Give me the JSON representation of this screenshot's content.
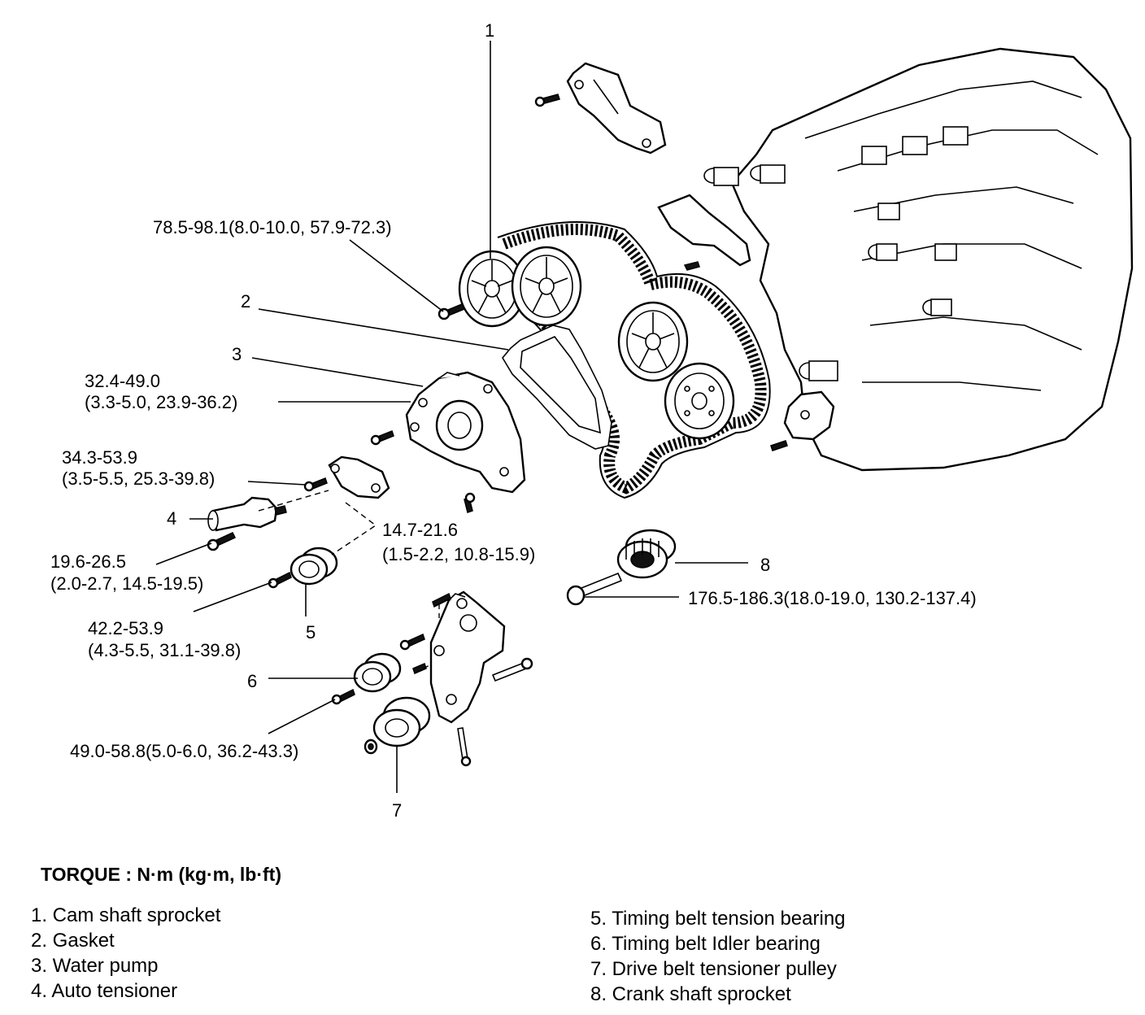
{
  "callouts": {
    "n1": "1",
    "n2": "2",
    "n3": "3",
    "n4": "4",
    "n5": "5",
    "n6": "6",
    "n7": "7",
    "n8": "8"
  },
  "torques": {
    "cam_sprocket": "78.5-98.1(8.0-10.0, 57.9-72.3)",
    "water_pump_1": "32.4-49.0",
    "water_pump_2": "(3.3-5.0, 23.9-36.2)",
    "tensioner_bracket_1": "34.3-53.9",
    "tensioner_bracket_2": "(3.5-5.5, 25.3-39.8)",
    "tension_arm_1": "14.7-21.6",
    "tension_arm_2": "(1.5-2.2, 10.8-15.9)",
    "auto_tensioner_1": "19.6-26.5",
    "auto_tensioner_2": "(2.0-2.7, 14.5-19.5)",
    "tension_bearing_1": "42.2-53.9",
    "tension_bearing_2": "(4.3-5.5, 31.1-39.8)",
    "idler_pulley": "49.0-58.8(5.0-6.0, 36.2-43.3)",
    "crank_sprocket": "176.5-186.3(18.0-19.0, 130.2-137.4)"
  },
  "torque_heading": "TORQUE : N·m (kg·m, lb·ft)",
  "legend_left": [
    "1. Cam shaft sprocket",
    "2. Gasket",
    "3. Water pump",
    "4. Auto tensioner"
  ],
  "legend_right": [
    "5. Timing belt tension bearing",
    "6. Timing belt Idler bearing",
    "7. Drive belt tensioner pulley",
    "8. Crank shaft sprocket"
  ]
}
